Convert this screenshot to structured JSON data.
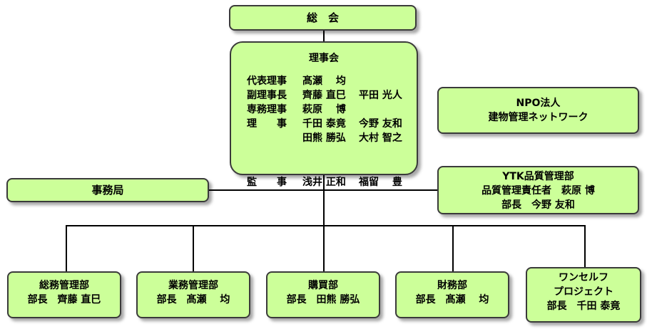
{
  "general_meeting": {
    "label": "総　会"
  },
  "board": {
    "title": "理事会",
    "members": [
      {
        "role": "代表理事",
        "name1": "髙瀬　 均",
        "name2": ""
      },
      {
        "role": "副理事長",
        "name1": "齊藤 直巳",
        "name2": "平田 光人"
      },
      {
        "role": "専務理事",
        "name1": "萩原　 博",
        "name2": ""
      },
      {
        "role": "理　　事",
        "name1": "千田 泰竟",
        "name2": "今野 友和"
      },
      {
        "role": "",
        "name1": "田熊 勝弘",
        "name2": "大村 智之"
      },
      {
        "role": "",
        "name1": "",
        "name2": ""
      },
      {
        "role": "監　　事",
        "name1": "浅井 正和",
        "name2": "福留　 豊"
      }
    ]
  },
  "npo": {
    "line1": "NPO法人",
    "line2": "建物管理ネットワーク"
  },
  "secretariat": {
    "label": "事務局"
  },
  "ytk": {
    "line1": "YTK品質管理部",
    "line2": "品質管理責任者　萩原 博",
    "line3": "部長　今野 友和"
  },
  "departments": [
    {
      "line1": "総務管理部",
      "line2": "部長　齊藤 直巳",
      "line3": ""
    },
    {
      "line1": "業務管理部",
      "line2": "部長　髙瀬　 均",
      "line3": ""
    },
    {
      "line1": "購買部",
      "line2": "部長　田熊 勝弘",
      "line3": ""
    },
    {
      "line1": "財務部",
      "line2": "部長　髙瀬　 均",
      "line3": ""
    },
    {
      "line1": "ワンセルフ",
      "line2": "プロジェクト",
      "line3": "部長　千田 泰竟"
    }
  ]
}
